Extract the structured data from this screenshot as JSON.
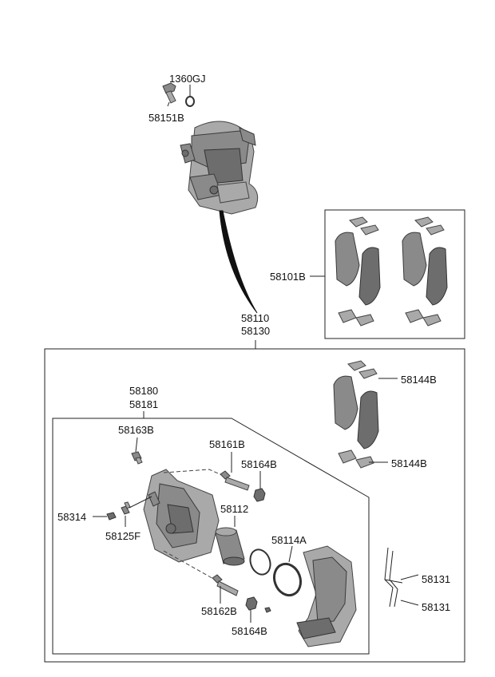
{
  "labels": {
    "p1360GJ": "1360GJ",
    "p58151B": "58151B",
    "p58101B": "58101B",
    "p58110": "58110",
    "p58130": "58130",
    "p58144B_top": "58144B",
    "p58144B_bottom": "58144B",
    "p58180": "58180",
    "p58181": "58181",
    "p58163B": "58163B",
    "p58161B": "58161B",
    "p58164B_top": "58164B",
    "p58314": "58314",
    "p58125F": "58125F",
    "p58112": "58112",
    "p58114A": "58114A",
    "p58131_top": "58131",
    "p58131_bottom": "58131",
    "p58162B": "58162B",
    "p58164B_bottom": "58164B"
  }
}
